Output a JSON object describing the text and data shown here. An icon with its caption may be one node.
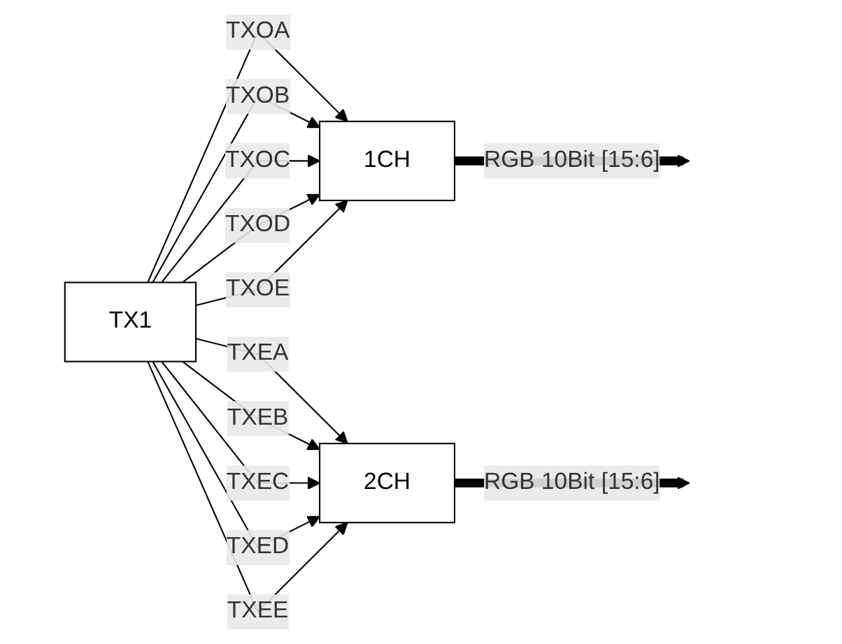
{
  "diagram": {
    "nodes": [
      {
        "text": [
          "TX1"
        ]
      },
      {
        "text": [
          "1CH"
        ]
      },
      {
        "text": [
          "2CH"
        ]
      }
    ],
    "edges": [
      {
        "from": 0,
        "to": 1,
        "arrow": "to",
        "label": "TXOA"
      },
      {
        "from": 0,
        "to": 1,
        "arrow": "to",
        "label": "TXOB"
      },
      {
        "from": 0,
        "to": 1,
        "arrow": "to",
        "label": "TXOC"
      },
      {
        "from": 0,
        "to": 1,
        "arrow": "to",
        "label": "TXOD"
      },
      {
        "from": 0,
        "to": 1,
        "arrow": "to",
        "label": "TXOE"
      },
      {
        "from": 0,
        "to": 2,
        "arrow": "to",
        "label": "TXEA"
      },
      {
        "from": 0,
        "to": 2,
        "arrow": "to",
        "label": "TXEB"
      },
      {
        "from": 0,
        "to": 2,
        "arrow": "to",
        "label": "TXEC"
      },
      {
        "from": 0,
        "to": 2,
        "arrow": "to",
        "label": "TXED"
      },
      {
        "from": 0,
        "to": 2,
        "arrow": "to",
        "label": "TXEE"
      },
      {
        "from": 1,
        "to": null,
        "arrow": "to",
        "label": "RGB 10Bit [15:6]",
        "style": "thick"
      },
      {
        "from": 2,
        "to": null,
        "arrow": "to",
        "label": "RGB 10Bit [15:6]",
        "style": "thick"
      }
    ]
  }
}
